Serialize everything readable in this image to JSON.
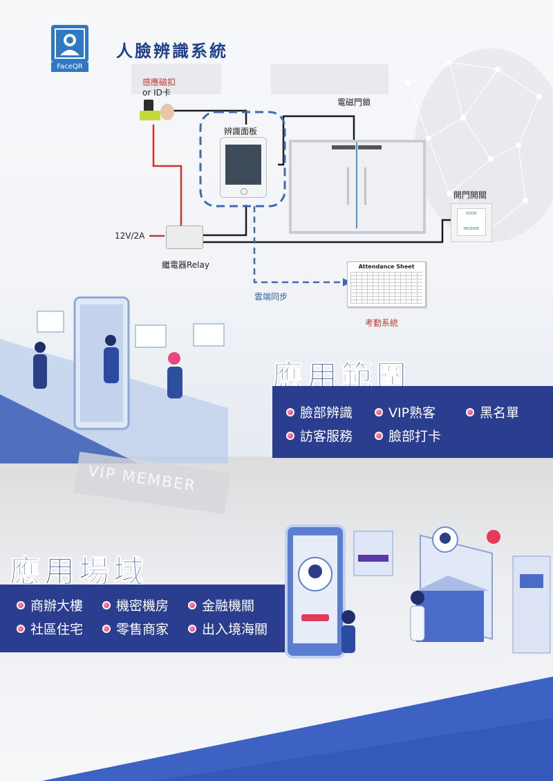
{
  "brand": {
    "logo_text": "FaceQR",
    "title": "人臉辨識系統"
  },
  "diagram": {
    "card_label_1": "感應磁扣",
    "card_label_2": "or ID卡",
    "panel_label": "辨識面板",
    "lock_label": "電磁門鎖",
    "switch_label": "開門開關",
    "switch_top": "DOOR",
    "switch_bottom": "RELEASE",
    "power_label": "12V/2A",
    "relay_label": "繼電器Relay",
    "cloud_label": "雲端同步",
    "attendance_label": "考勤系統",
    "sheet_title": "Attendance Sheet",
    "colors": {
      "wire_black": "#1a1a1a",
      "wire_red": "#d32f2f",
      "dashed_blue": "#3a6ab5"
    }
  },
  "scope": {
    "heading": "應用範圍",
    "items": [
      "臉部辨識",
      "VIP熟客",
      "黑名單",
      "訪客服務",
      "臉部打卡"
    ]
  },
  "banner": {
    "text": "VIP MEMBER"
  },
  "fields": {
    "heading": "應用場域",
    "items": [
      "商辦大樓",
      "機密機房",
      "金融機關",
      "社區住宅",
      "零售商家",
      "出入境海關"
    ]
  },
  "colors": {
    "band": "#2b3d8f",
    "heading": "#1e3f96",
    "accent": "#3a6ab5",
    "bullet": "#d81b60"
  }
}
